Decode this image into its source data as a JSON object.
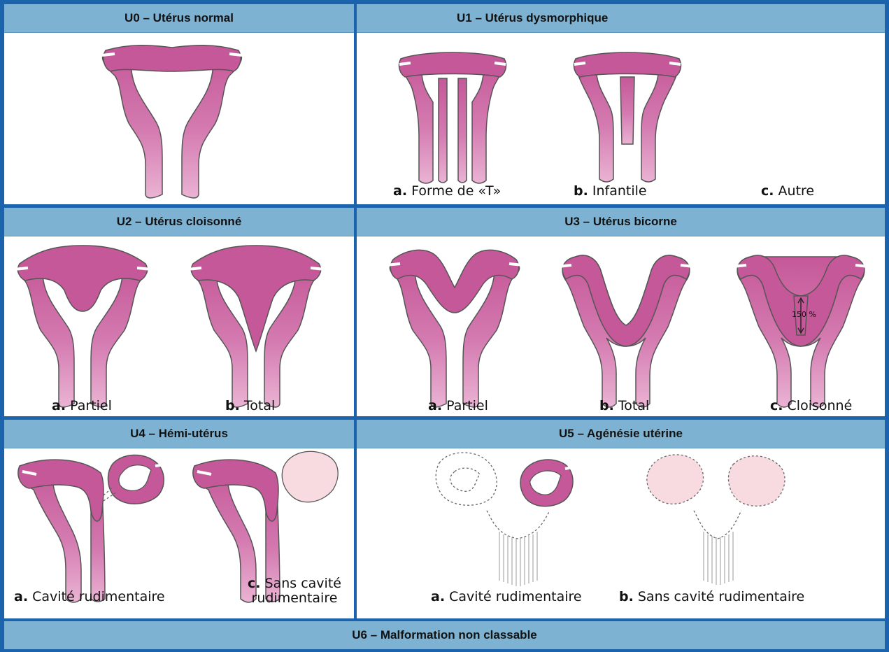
{
  "classes": [
    {
      "id": "u0",
      "title": "U0 – Utérus normal",
      "labels": []
    },
    {
      "id": "u1",
      "title": "U1 – Utérus dysmorphique",
      "labels": [
        {
          "letter": "a.",
          "text": "Forme de «T»"
        },
        {
          "letter": "b.",
          "text": "Infantile"
        },
        {
          "letter": "c.",
          "text": "Autre"
        }
      ]
    },
    {
      "id": "u2",
      "title": "U2 – Utérus cloisonné",
      "labels": [
        {
          "letter": "a.",
          "text": "Partiel"
        },
        {
          "letter": "b.",
          "text": "Total"
        }
      ]
    },
    {
      "id": "u3",
      "title": "U3 – Utérus bicorne",
      "labels": [
        {
          "letter": "a.",
          "text": "Partiel"
        },
        {
          "letter": "b.",
          "text": "Total"
        },
        {
          "letter": "c.",
          "text": "Cloisonné"
        }
      ],
      "annotation": "150 %"
    },
    {
      "id": "u4",
      "title": "U4 – Hémi-utérus",
      "labels": [
        {
          "letter": "a.",
          "text": "Cavité rudimentaire"
        },
        {
          "letter": "c.",
          "text": "Sans cavité",
          "text2": "rudimentaire"
        }
      ]
    },
    {
      "id": "u5",
      "title": "U5 – Agénésie utérine",
      "labels": [
        {
          "letter": "a.",
          "text": "Cavité rudimentaire"
        },
        {
          "letter": "b.",
          "text": "Sans cavité rudimentaire"
        }
      ]
    },
    {
      "id": "u6",
      "title": "U6 – Malformation non classable",
      "labels": []
    }
  ],
  "colors": {
    "border": "#1c63ad",
    "header": "#7db2d3",
    "uterus_dark": "#c55898",
    "uterus_light": "#e8a6cb",
    "blob": "#f7dbe0"
  }
}
